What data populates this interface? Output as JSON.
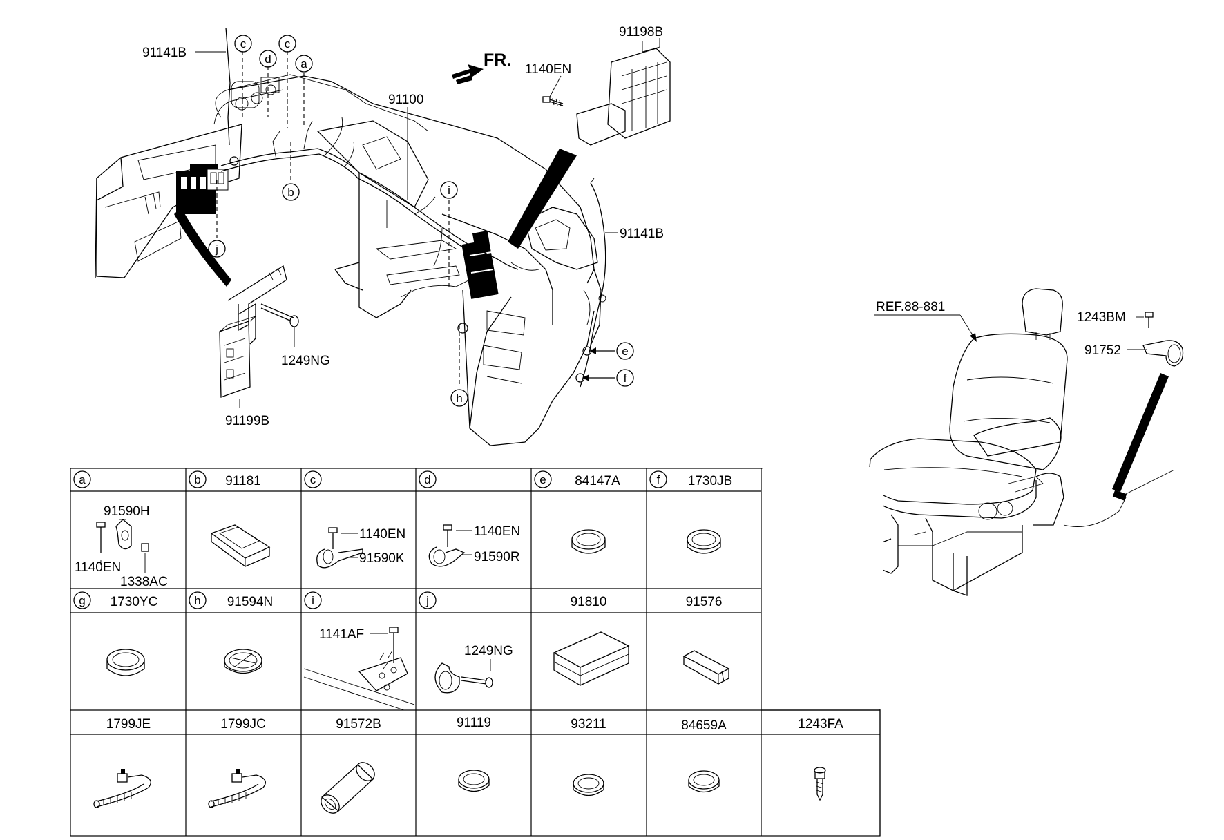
{
  "main_diagram": {
    "direction_label": "FR.",
    "labels": {
      "harness_left": "91141B",
      "harness_right": "91141B",
      "main_harness": "91100",
      "junction_box_upper": "91198B",
      "bolt_upper": "1140EN",
      "bracket_bolt": "1249NG",
      "junction_box_lower": "91199B"
    },
    "callouts": [
      "c",
      "d",
      "c",
      "a",
      "b",
      "j",
      "i",
      "h",
      "e",
      "f"
    ]
  },
  "seat_diagram": {
    "ref_label": "REF.88-881",
    "bolt_label": "1243BM",
    "clip_label": "91752"
  },
  "parts_table": {
    "rows": [
      [
        {
          "letter": "a",
          "code": "",
          "parts": [
            "91590H",
            "1140EN",
            "1338AC"
          ]
        },
        {
          "letter": "b",
          "code": "91181",
          "parts": []
        },
        {
          "letter": "c",
          "code": "",
          "parts": [
            "1140EN",
            "91590K"
          ]
        },
        {
          "letter": "d",
          "code": "",
          "parts": [
            "1140EN",
            "91590R"
          ]
        },
        {
          "letter": "e",
          "code": "84147A",
          "parts": []
        },
        {
          "letter": "f",
          "code": "1730JB",
          "parts": []
        }
      ],
      [
        {
          "letter": "g",
          "code": "1730YC",
          "parts": []
        },
        {
          "letter": "h",
          "code": "91594N",
          "parts": []
        },
        {
          "letter": "i",
          "code": "",
          "parts": [
            "1141AF"
          ]
        },
        {
          "letter": "j",
          "code": "",
          "parts": [
            "1249NG"
          ]
        },
        {
          "letter": "",
          "code": "91810",
          "parts": []
        },
        {
          "letter": "",
          "code": "91576",
          "parts": []
        }
      ],
      [
        {
          "letter": "",
          "code": "1799JE",
          "parts": []
        },
        {
          "letter": "",
          "code": "1799JC",
          "parts": []
        },
        {
          "letter": "",
          "code": "91572B",
          "parts": []
        },
        {
          "letter": "",
          "code": "91119",
          "parts": []
        },
        {
          "letter": "",
          "code": "93211",
          "parts": []
        },
        {
          "letter": "",
          "code": "84659A",
          "parts": []
        },
        {
          "letter": "",
          "code": "1243FA",
          "parts": []
        }
      ]
    ]
  }
}
